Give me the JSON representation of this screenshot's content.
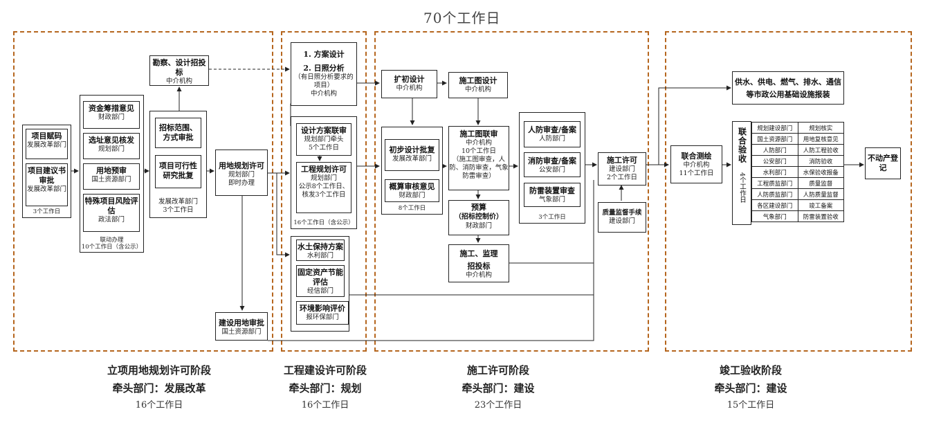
{
  "header": {
    "total": "70个工作日"
  },
  "stage1": {
    "xiangmu_fuma": {
      "title": "项目赋码",
      "dept": "发展改革部门"
    },
    "xiangmu_jianyi": {
      "title": "项目建议书审批",
      "dept": "发展改革部门"
    },
    "group1_days": "3个工作日",
    "zijin": {
      "title": "资金筹措意见",
      "dept": "财政部门"
    },
    "xuanzhi": {
      "title": "选址意见核发",
      "dept": "规划部门"
    },
    "yongdi_yushen": {
      "title": "用地预审",
      "dept": "国土资源部门"
    },
    "teshu": {
      "title": "特殊项目风险评估",
      "dept": "政法部门"
    },
    "group2_note": "联动办理",
    "group2_days": "10个工作日（含公示）",
    "zhaobiao_fanwei": {
      "title": "招标范围、方式审批"
    },
    "kexingxing": {
      "title": "项目可行性研究批复"
    },
    "group3_dept": "发展改革部门",
    "group3_days": "3个工作日",
    "kancha": {
      "title": "勘察、设计招投标",
      "dept": "中介机构"
    },
    "yongdi_guihua": {
      "title": "用地规划许可",
      "dept": "规划部门",
      "note": "即时办理"
    },
    "jianshe_yongdi": {
      "title": "建设用地审批",
      "dept": "国土资源部门"
    }
  },
  "stage2": {
    "fangan": {
      "title1": "1. 方案设计",
      "title2": "2. 日照分析",
      "note": "（有日照分析要求的项目）",
      "dept": "中介机构"
    },
    "sheji_lianshen": {
      "title": "设计方案联审",
      "dept": "规划部门牵头",
      "days": "5个工作日"
    },
    "gongcheng_guihua": {
      "title": "工程规划许可",
      "dept": "规划部门",
      "days": "公示8个工作日、核发3个工作日"
    },
    "group_days": "16个工作日（含公示）",
    "shuitu": {
      "title": "水土保持方案",
      "dept": "水利部门"
    },
    "guding": {
      "title": "固定资产节能评估",
      "dept": "经信部门"
    },
    "huanjing": {
      "title": "环境影响评价",
      "dept": "报环保部门"
    }
  },
  "stage3": {
    "kuochu": {
      "title": "扩初设计",
      "dept": "中介机构"
    },
    "shigongtu": {
      "title": "施工图设计",
      "dept": "中介机构"
    },
    "chubu": {
      "title": "初步设计批复",
      "dept": "发展改革部门"
    },
    "gaisuan": {
      "title": "概算审核意见",
      "dept": "财政部门"
    },
    "group1_days": "8个工作日",
    "shigongtu_lianshen": {
      "title": "施工图联审",
      "dept": "中介机构",
      "days": "10个工作日",
      "note": "（施工图审查，人防、消防审查，气象防雷审查）"
    },
    "yusuan": {
      "title": "预算",
      "sub": "（招标控制价）",
      "dept": "财政部门"
    },
    "shigong_jianli": {
      "title": "施工、监理",
      "sub": "招投标",
      "dept": "中介机构"
    },
    "renfang": {
      "title": "人防审查/备案",
      "dept": "人防部门"
    },
    "xiaofang": {
      "title": "消防审查/备案",
      "dept": "公安部门"
    },
    "fanglei": {
      "title": "防雷装置审查",
      "dept": "气象部门"
    },
    "group2_days": "3个工作日",
    "xuke": {
      "title": "施工许可",
      "dept": "建设部门",
      "days": "2个工作日"
    },
    "zhiliang": {
      "title": "质量监督手续",
      "dept": "建设部门"
    }
  },
  "stage4": {
    "gongshui": {
      "line1": "供水、供电、燃气、排水、通信",
      "line2": "等市政公用基础设施报装"
    },
    "cehui": {
      "title": "联合测绘",
      "dept": "中介机构",
      "days": "11个工作日"
    },
    "yanshou": {
      "title": "联合验收",
      "days": "4个工作日"
    },
    "acceptance_rows": [
      [
        "规划建设部门",
        "规划核实"
      ],
      [
        "国土资源部门",
        "用地复核意见"
      ],
      [
        "人防部门",
        "人防工程验收"
      ],
      [
        "公安部门",
        "消防验收"
      ],
      [
        "水利部门",
        "水保验收报备"
      ],
      [
        "工程质监部门",
        "质量监督"
      ],
      [
        "人防质监部门",
        "人防质量监督"
      ],
      [
        "各区建设部门",
        "竣工备案"
      ],
      [
        "气象部门",
        "防雷装置验收"
      ]
    ],
    "budongchan": {
      "title": "不动产登记"
    }
  },
  "labels": [
    {
      "name": "立项用地规划许可阶段",
      "lead": "牵头部门：发展改革",
      "days": "16个工作日"
    },
    {
      "name": "工程建设许可阶段",
      "lead": "牵头部门：规划",
      "days": "16个工作日"
    },
    {
      "name": "施工许可阶段",
      "lead": "牵头部门：建设",
      "days": "23个工作日"
    },
    {
      "name": "竣工验收阶段",
      "lead": "牵头部门：建设",
      "days": "15个工作日"
    }
  ],
  "colors": {
    "stage_border": "#b5651d",
    "box_border": "#222222"
  }
}
